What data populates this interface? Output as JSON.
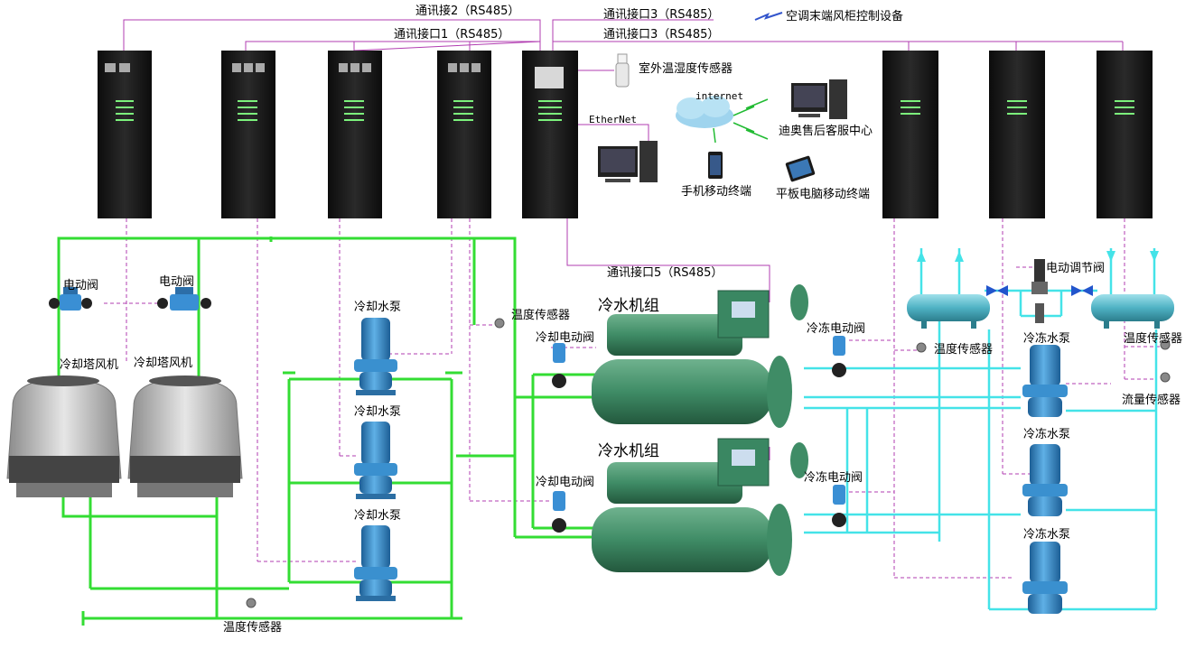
{
  "comm": {
    "if2": "通讯接2（RS485）",
    "if1": "通讯接口1（RS485）",
    "if3a": "通讯接口3（RS485）",
    "if3b": "通讯接口3（RS485）",
    "if5": "通讯接口5（RS485）",
    "ac_terminal": "空调末端风柜控制设备",
    "ethernet": "EtherNet",
    "internet": "internet"
  },
  "devices": {
    "outdoor_sensor": "室外温湿度传感器",
    "service_center": "迪奥售后客服中心",
    "mobile": "手机移动终端",
    "tablet": "平板电脑移动终端"
  },
  "cooling": {
    "valve_left": "电动阀",
    "valve_right": "电动阀",
    "fan_left": "冷却塔风机",
    "fan_right": "冷却塔风机",
    "pump1": "冷却水泵",
    "pump2": "冷却水泵",
    "pump3": "冷却水泵",
    "temp_top": "温度传感器",
    "temp_bottom": "温度传感器"
  },
  "chillers": {
    "unit1": "冷水机组",
    "unit2": "冷水机组",
    "cw_valve1": "冷却电动阀",
    "cw_valve2": "冷却电动阀",
    "ch_valve1": "冷冻电动阀",
    "ch_valve2": "冷冻电动阀"
  },
  "chilled": {
    "temp_mid": "温度传感器",
    "reg_valve": "电动调节阀",
    "pump1": "冷冻水泵",
    "pump2": "冷冻水泵",
    "pump3": "冷冻水泵",
    "temp_right": "温度传感器",
    "flow": "流量传感器"
  },
  "colors": {
    "green_pipe": "#33dd33",
    "cyan_pipe": "#44e3e8",
    "signal": "#b13cb1",
    "pump_blue": "#3a90cf",
    "chiller_green": "#3f8c66",
    "tank": "#55b8c8"
  }
}
